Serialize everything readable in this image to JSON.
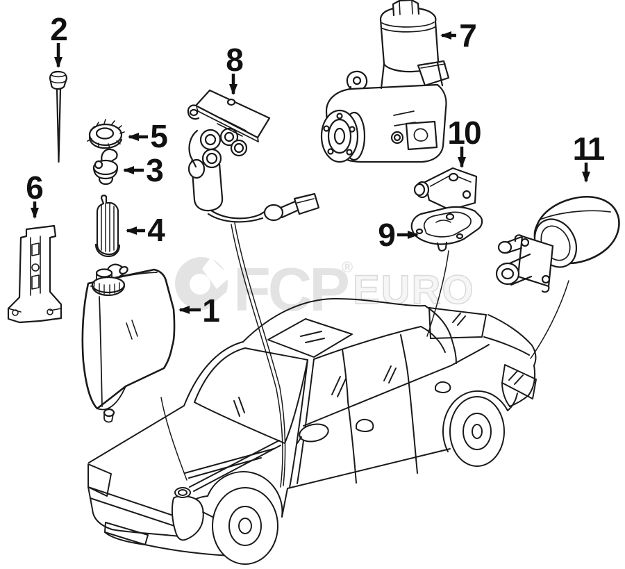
{
  "watermark": {
    "brand": "FCP",
    "registered": "®",
    "suffix": "EURO"
  },
  "diagram": {
    "callouts": {
      "c1": {
        "label": "1"
      },
      "c2": {
        "label": "2"
      },
      "c3": {
        "label": "3"
      },
      "c4": {
        "label": "4"
      },
      "c5": {
        "label": "5"
      },
      "c6": {
        "label": "6"
      },
      "c7": {
        "label": "7"
      },
      "c8": {
        "label": "8"
      },
      "c9": {
        "label": "9"
      },
      "c10": {
        "label": "10"
      },
      "c11": {
        "label": "11"
      }
    }
  },
  "colors": {
    "line": "#1a1a1a",
    "label": "#111111",
    "background": "#ffffff",
    "watermark_fill": "#e3e3e3",
    "watermark_outline": "#dadada",
    "watermark_euro_fill": "#f6f6f6"
  }
}
